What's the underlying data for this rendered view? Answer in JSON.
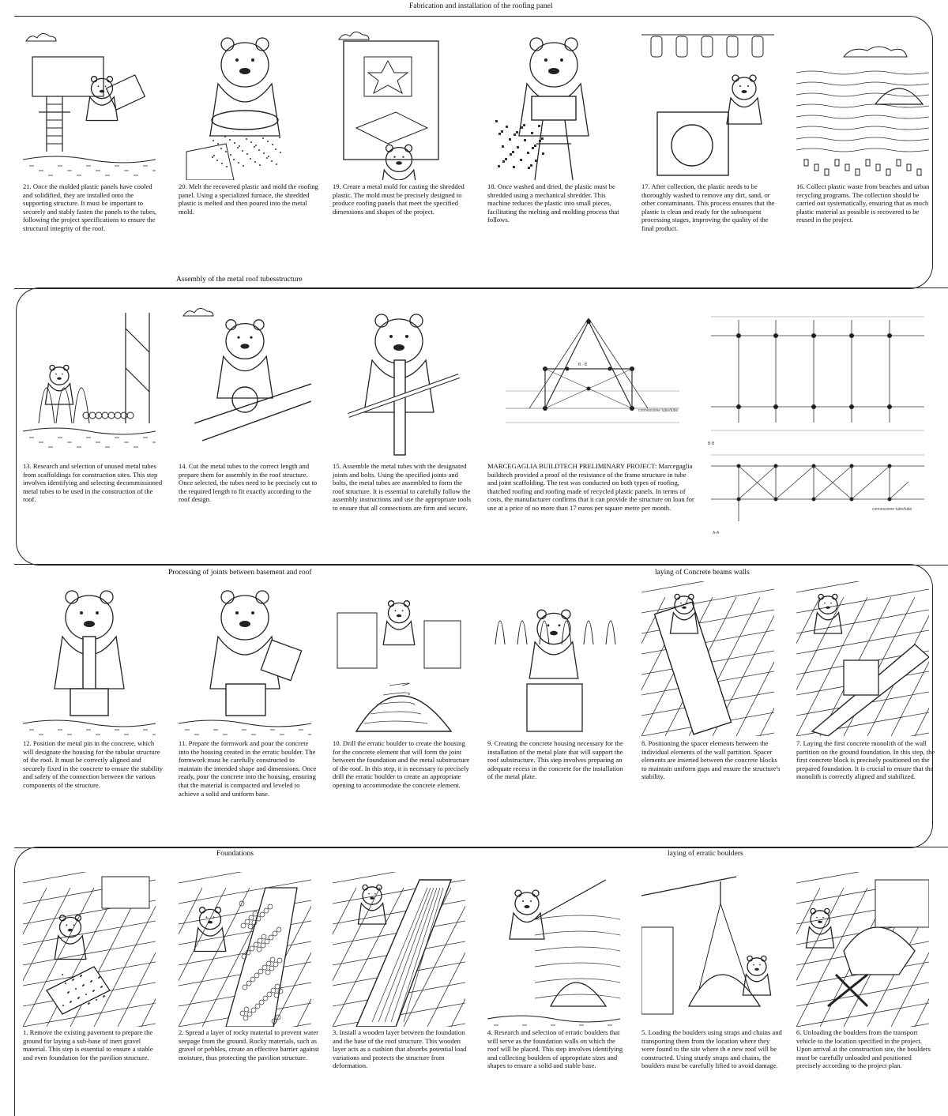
{
  "section_titles": {
    "roofing": "Fabrication and installation of the roofing panel",
    "tubes": "Assembly of the metal roof tubesstructure",
    "joints": "Processing of joints between basement and roof",
    "walls": "laying of Concrete beams walls",
    "foundations": "Foundations",
    "boulders": "laying of erratic boulders"
  },
  "rows": [
    {
      "steps": [
        {
          "icon": "bear-installing-panels-on-ladder-illustration",
          "caption": "21. Once the molded plastic panels have cooled and solidified, they are installed onto the supporting structure. It must be important to securely and stably fasten the panels to the tubes, following the project specifications to ensure the structural integrity of the roof."
        },
        {
          "icon": "bear-melting-plastic-illustration",
          "caption": "20. Melt the recovered plastic and mold the roofing panel. Using a specialized furnace, the shredded plastic is melted and then poured into the metal mold."
        },
        {
          "icon": "bear-creating-metal-mold-illustration",
          "caption": "19. Create a metal mold for casting the shredded plastic. The mold must be precisely designed to produce roofing panels that meet the specified dimensions and shapes of the project."
        },
        {
          "icon": "bear-plastic-shredder-illustration",
          "caption": "18. Once washed and dried, the plastic must be shredded using a mechanical shredder. This machine reduces the plastic into small pieces, facilitating the melting and molding process that follows."
        },
        {
          "icon": "bear-washing-plastic-illustration",
          "caption": "17. After collection, the plastic needs to be thoroughly washed to remove any dirt, sand, or other contaminants. This process ensures that the plastic is clean and ready for the subsequent processing stages, improving the quality of the final product."
        },
        {
          "icon": "beach-plastic-collection-illustration",
          "caption": "16. Collect plastic waste from beaches and urban recycling programs. The collection should be carried out systematically, ensuring that as much plastic material as possible is recovered to be reused in the project."
        }
      ]
    },
    {
      "steps": [
        {
          "icon": "bear-scaffolding-tubes-illustration",
          "caption": "13. Research and selection of unused metal tubes from scaffoldings for construction sites. This step involves identifying and selecting decommissioned metal tubes to be used in the construction of the roof."
        },
        {
          "icon": "bear-cutting-tubes-illustration",
          "caption": "14. Cut the metal tubes to the correct length and prepare them for assembly in the roof structure. Once selected, the tubes need to be precisely cut to the required length to fit exactly according to the roof design."
        },
        {
          "icon": "bear-assembling-tubes-illustration",
          "caption": "15. Assemble the metal tubes with the designated joints and bolts. Using the specified joints and bolts, the metal tubes are assembled to form the roof structure. It is essential to carefully follow the assembly instructions and use the appropriate tools to ensure that all connections are firm and secure."
        },
        {
          "icon": "",
          "caption": "MARCEGAGLIA BUILDTECH PRELIMINARY PROJECT: Marcegaglia buildtech provided a proof of the resistance of the frame structure in tube and joint scaffolding. The test was conducted on both types of roofing, thatched roofing and roofing made of recycled plastic panels. In terms of costs, the manufacturer confirms that it can provide the structure on loan for use at a price of no more than 17 euros per square metre per month."
        }
      ],
      "drawing_labels": {
        "section_bb": "B - B",
        "section_bb2": "B-B",
        "section_aa": "A-A",
        "note": "connessione tubo/tubo"
      }
    },
    {
      "steps": [
        {
          "icon": "bear-metal-pin-illustration",
          "caption": "12. Position the metal pin in the concrete, which will designate the housing for the tubular structure of the roof. It must be correctly aligned and securely fixed in the concrete to ensure the stability and safety of the connection between the various components of the structure."
        },
        {
          "icon": "bear-pouring-concrete-illustration",
          "caption": "11. Prepare the formwork and pour the concrete into the housing created in the erratic boulder. The formwork must be carefully constructed to maintain the intended shape and dimensions. Once ready, pour the concrete into the housing, ensuring that the material is compacted and leveled to achieve a solid and uniform base."
        },
        {
          "icon": "bear-drilling-boulder-illustration",
          "caption": "10. Drill the erratic boulder to create the housing for the concrete element that will form the joint between the foundation and the metal substructure of the roof. In this step, it is necessary to precisely drill the erratic boulder to create an appropriate opening to accommodate the concrete element."
        },
        {
          "icon": "bear-concrete-housing-illustration",
          "caption": "9. Creating the concrete housing necessary for the installation of the metal plate that will support the roof substructure. This step involves preparing an adequate recess in the concrete for the installation of the metal plate."
        },
        {
          "icon": "bear-spacer-elements-illustration",
          "caption": "8. Positioning the spacer elements between the individual elements of the wall partition. Spacer elements are inserted between the concrete blocks to maintain uniform gaps and ensure the structure's stability."
        },
        {
          "icon": "bear-concrete-monolith-illustration",
          "caption": "7. Laying the first concrete monolith of the wall partition on the ground foundation. In this step, the first concrete block is precisely positioned on the prepared foundation. It is crucial to ensure that the monolith is correctly aligned and stabilized."
        }
      ]
    },
    {
      "steps": [
        {
          "icon": "bear-removing-pavement-illustration",
          "caption": "1. Remove the existing pavement to prepare the ground for laying a sub-base of inert gravel material. This step is essential to ensure a stable and even foundation for the pavilion structure."
        },
        {
          "icon": "bear-rocky-layer-illustration",
          "caption": "2. Spread a layer of rocky material to prevent water seepage from the ground. Rocky materials, such as gravel or pebbles, create an effective barrier against moisture, thus protecting the pavilion structure."
        },
        {
          "icon": "bear-wooden-layer-illustration",
          "caption": "3. Install a wooden layer between the foundation and the base of the roof structure. This wooden layer acts as a cushion that absorbs potential load variations and protects the structure from deformation."
        },
        {
          "icon": "bear-selecting-boulders-illustration",
          "caption": "4. Research and selection of erratic boulders that will serve as the foundation walls on which the roof will be placed. This step involves identifying and collecting boulders of appropriate sizes and shapes to ensure a solid and stable base."
        },
        {
          "icon": "crane-loading-boulders-illustration",
          "caption": "5. Loading the boulders using straps and chains and transporting them from the location where they were found to the site where th e new roof will be constructed. Using sturdy straps and chains, the boulders must be carefully lifted to avoid damage."
        },
        {
          "icon": "bear-unloading-boulders-illustration",
          "caption": "6. Unloading the boulders from the transport vehicle to the location specified in the project. Upon arrival at the construction site, the boulders must be carefully unloaded and positioned precisely according to the project plan."
        }
      ]
    }
  ]
}
